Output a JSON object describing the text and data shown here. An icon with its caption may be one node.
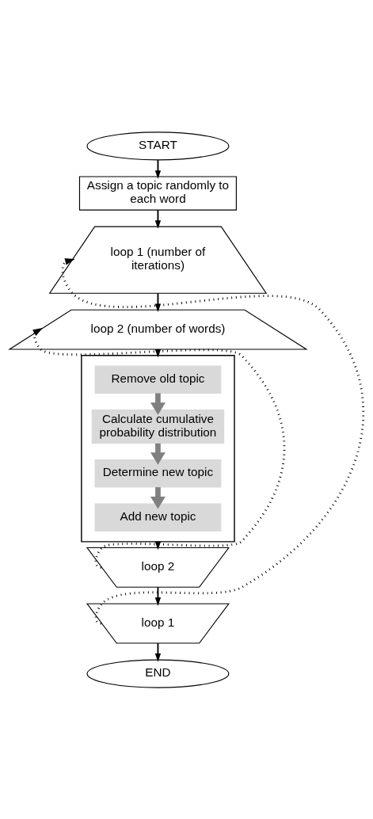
{
  "diagram": {
    "nodes": [
      {
        "text": [
          "START"
        ]
      },
      {
        "text": [
          "Assign a topic randomly to each word"
        ]
      },
      {
        "text": [
          "loop 1 (number of iterations)"
        ]
      },
      {
        "text": [
          "loop 2 (number of words)"
        ]
      },
      {
        "text": [],
        "shape": "box"
      },
      {
        "text": [
          "Remove old topic"
        ],
        "in": 4
      },
      {
        "text": [
          "Calculate cumulative probability distribution"
        ],
        "in": 4
      },
      {
        "text": [
          "Determine new topic"
        ],
        "in": 4
      },
      {
        "text": [
          "Add new topic"
        ],
        "in": 4
      },
      {
        "text": [
          "loop 2"
        ]
      },
      {
        "text": [
          "loop 1"
        ]
      },
      {
        "text": [
          "END"
        ]
      }
    ],
    "edges": [
      {
        "from": 0,
        "to": 1,
        "arrow": "to"
      },
      {
        "from": 1,
        "to": 2,
        "arrow": "to"
      },
      {
        "from": 2,
        "to": 3,
        "arrow": "to"
      },
      {
        "from": 3,
        "to": 4,
        "arrow": "to"
      },
      {
        "from": 5,
        "to": 6,
        "arrow": "to",
        "style": "thick",
        "color": "#808080"
      },
      {
        "from": 6,
        "to": 7,
        "arrow": "to",
        "style": "thick",
        "color": "#808080"
      },
      {
        "from": 7,
        "to": 8,
        "arrow": "to",
        "style": "thick",
        "color": "#808080"
      },
      {
        "from": 4,
        "to": 9,
        "arrow": "to"
      },
      {
        "from": 9,
        "to": 10,
        "arrow": "to"
      },
      {
        "from": 10,
        "to": 11,
        "arrow": "to"
      },
      {
        "from": 9,
        "to": 3,
        "arrow": "to",
        "style": "dashed"
      },
      {
        "from": 10,
        "to": 2,
        "arrow": "to",
        "style": "dashed"
      }
    ]
  }
}
